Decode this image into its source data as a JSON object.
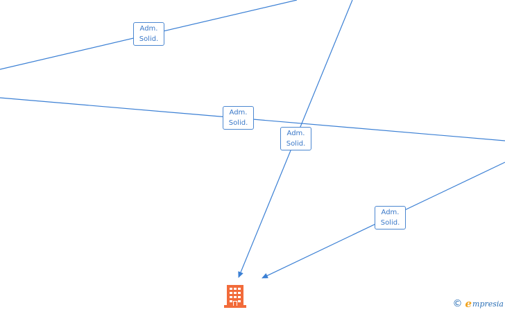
{
  "diagram": {
    "edge_label_line1": "Adm.",
    "edge_label_line2": "Solid.",
    "edges": [
      {
        "label_line1": "Adm.",
        "label_line2": "Solid."
      },
      {
        "label_line1": "Adm.",
        "label_line2": "Solid."
      },
      {
        "label_line1": "Adm.",
        "label_line2": "Solid."
      },
      {
        "label_line1": "Adm.",
        "label_line2": "Solid."
      }
    ],
    "edge_color": "#3a7fd4",
    "node_color": "#f26b3a",
    "node_icon": "building-icon"
  },
  "brand": {
    "copyright_symbol": "©",
    "logo_initial": "e",
    "logo_text": "mpresia"
  }
}
